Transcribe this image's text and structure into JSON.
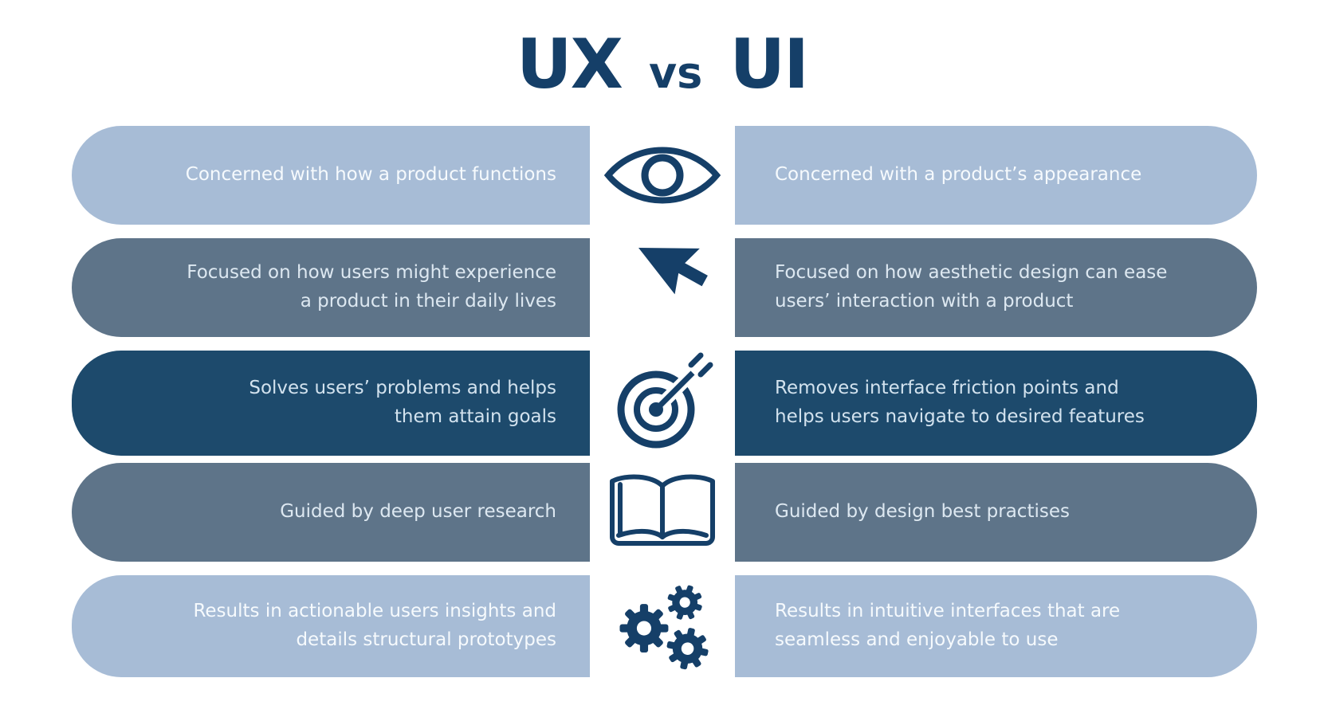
{
  "title": {
    "ux": "UX",
    "vs": "vs",
    "ui": "UI"
  },
  "colors": {
    "background": "#ffffff",
    "light_pill": "#a7bcd6",
    "medium_pill": "#5e7489",
    "dark_pill": "#1d4a6c",
    "icon_navy": "#153f68",
    "title_navy": "#153f68",
    "text_on_pill": "#f2f7fb"
  },
  "rows": [
    {
      "icon": "eye-icon",
      "tone": "light",
      "left": "Concerned with how a product functions",
      "right": "Concerned with a product’s appearance"
    },
    {
      "icon": "cursor-icon",
      "tone": "medium",
      "left": "Focused on how users might experience\na product in their daily lives",
      "right": "Focused on how aesthetic design can ease\nusers’ interaction with a product"
    },
    {
      "icon": "target-icon",
      "tone": "dark",
      "left": "Solves users’ problems and helps\nthem attain goals",
      "right": "Removes interface friction points and\nhelps users navigate to desired features"
    },
    {
      "icon": "book-icon",
      "tone": "medium",
      "left": "Guided by deep user research",
      "right": "Guided by design best practises"
    },
    {
      "icon": "gears-icon",
      "tone": "light",
      "left": "Results in actionable users insights and\ndetails structural prototypes",
      "right": "Results in intuitive interfaces that are\nseamless and enjoyable to use"
    }
  ]
}
